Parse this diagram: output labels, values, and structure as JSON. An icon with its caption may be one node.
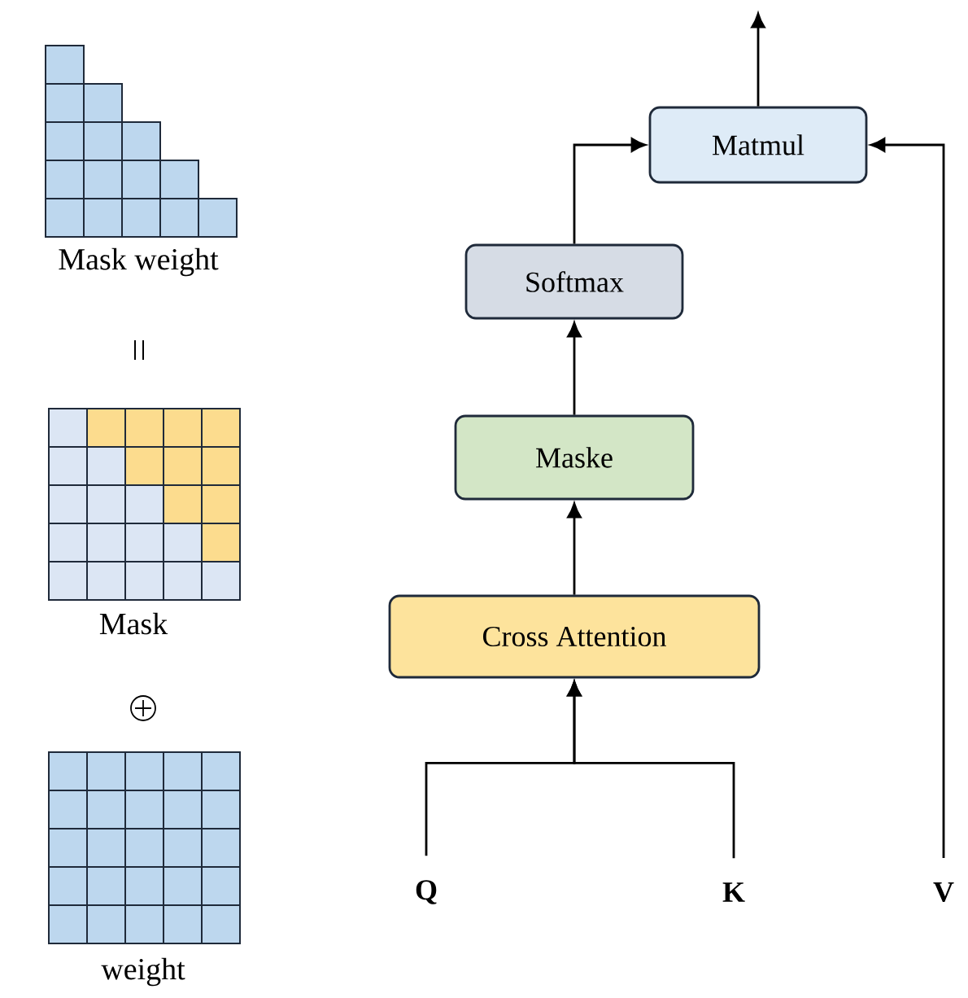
{
  "diagram": {
    "nodes": [
      {
        "text": [
          "Matmul"
        ]
      },
      {
        "text": [
          "Softmax"
        ]
      },
      {
        "text": [
          "Maske"
        ]
      },
      {
        "text": [
          "Cross Attention"
        ]
      },
      {
        "text": [
          "Q"
        ]
      },
      {
        "text": [
          "K"
        ]
      },
      {
        "text": [
          "V"
        ]
      }
    ],
    "edges": [
      {
        "from": 4,
        "to": 3,
        "arrow": "to"
      },
      {
        "from": 5,
        "to": 3,
        "arrow": "to"
      },
      {
        "from": 3,
        "to": 2,
        "arrow": "to"
      },
      {
        "from": 2,
        "to": 1,
        "arrow": "to"
      },
      {
        "from": 1,
        "to": 0,
        "arrow": "to"
      },
      {
        "from": 6,
        "to": 0,
        "arrow": "to"
      },
      {
        "from": 0,
        "to": null,
        "arrow": "to"
      }
    ],
    "labels": [
      "Mask weight",
      "Mask",
      "weight"
    ]
  }
}
